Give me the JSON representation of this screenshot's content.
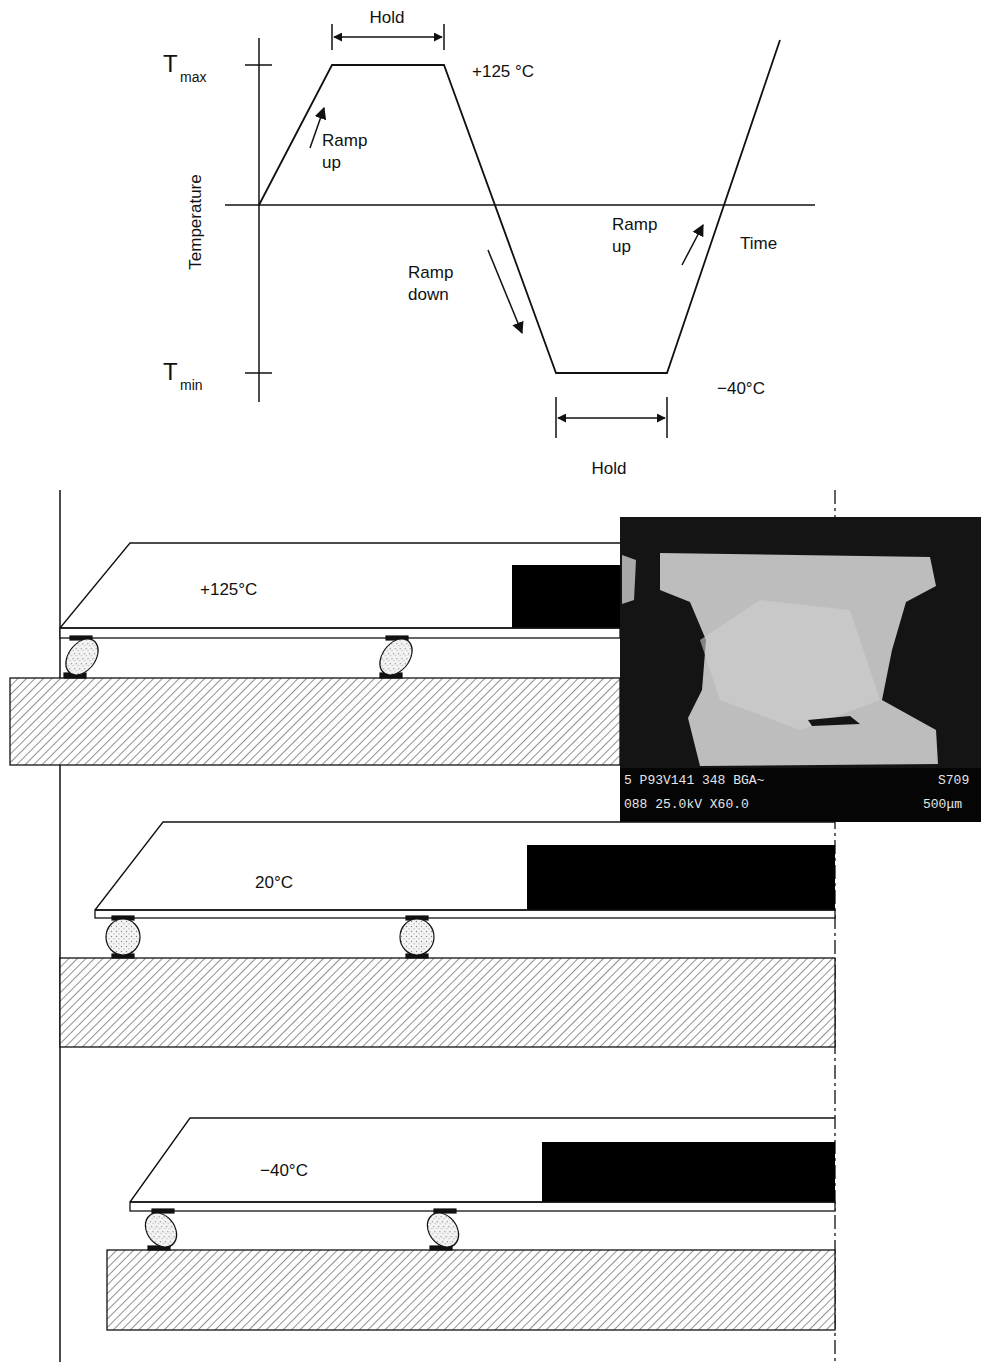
{
  "diagram": {
    "nodes": [
      {
        "text": [
          "+125°C"
        ]
      },
      {
        "text": [
          "20°C"
        ]
      },
      {
        "text": [
          "−40°C"
        ]
      }
    ],
    "labels": [
      "Hold",
      "T",
      "max",
      "+125 °C",
      "Ramp up",
      "Temperature",
      "Ramp up",
      "Time",
      "Ramp down",
      "T",
      "min",
      "−40°C",
      "Hold",
      "5 P93V141 348 BGA~",
      "S709",
      "088 25.0kV X60.0",
      "500μm"
    ]
  }
}
